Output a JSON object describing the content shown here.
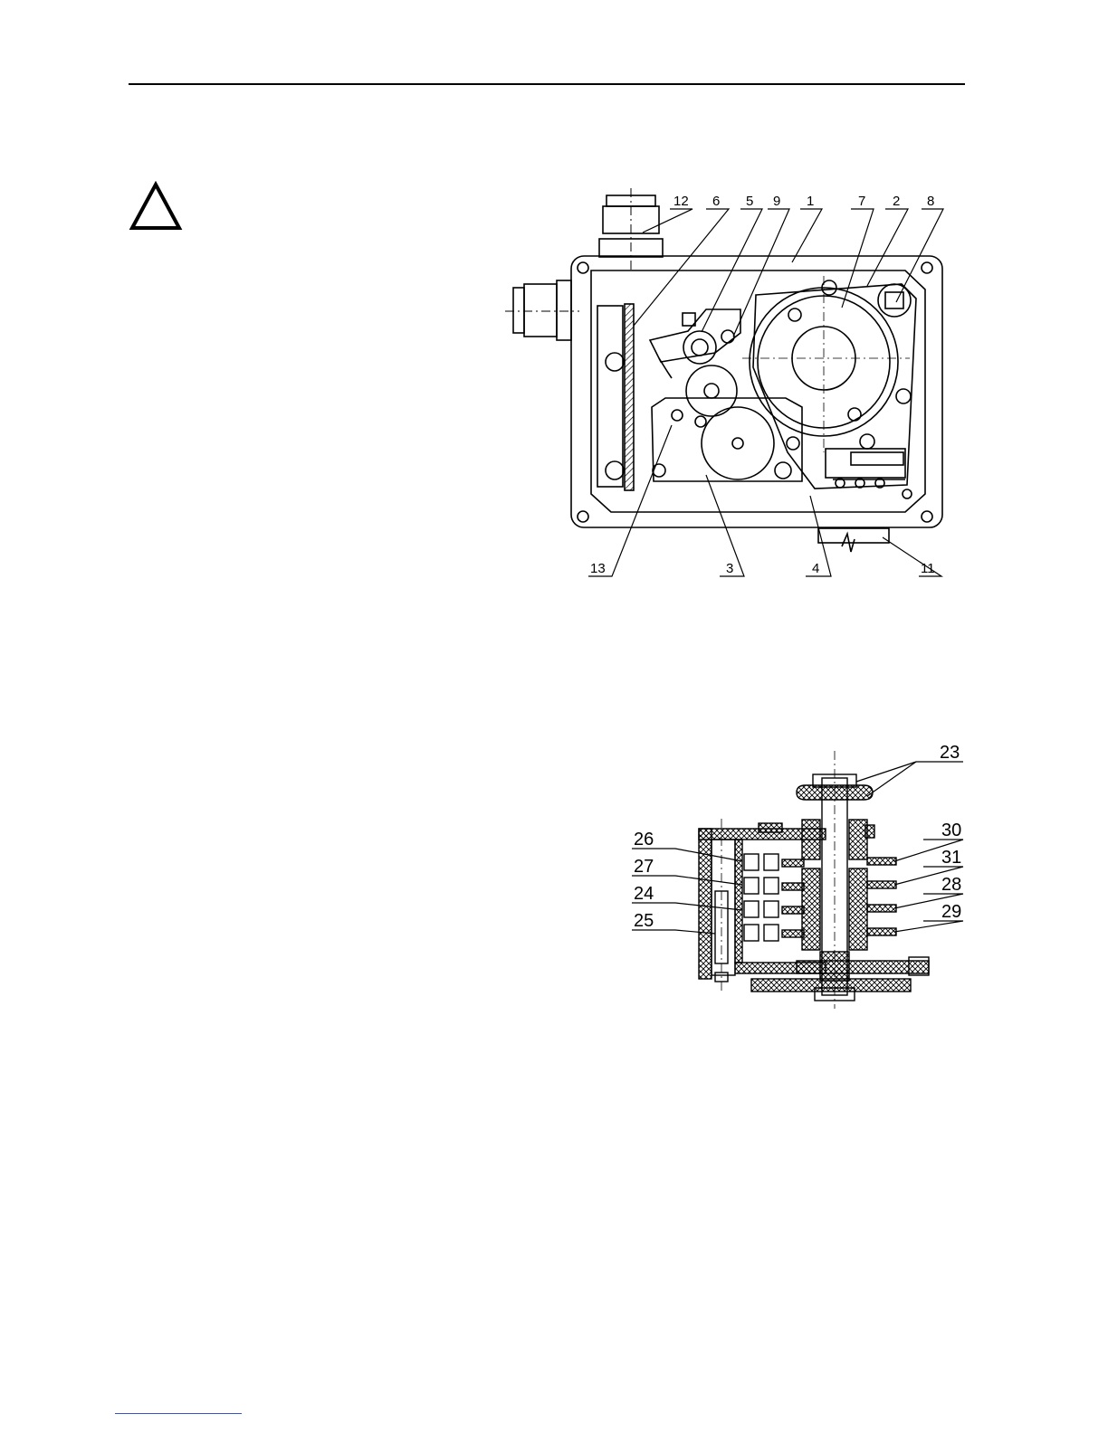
{
  "figure1": {
    "callouts": [
      "12",
      "6",
      "5",
      "9",
      "1",
      "7",
      "2",
      "8",
      "13",
      "3",
      "4",
      "11"
    ]
  },
  "figure2": {
    "callouts": [
      "23",
      "26",
      "27",
      "24",
      "25",
      "30",
      "31",
      "28",
      "29"
    ]
  }
}
